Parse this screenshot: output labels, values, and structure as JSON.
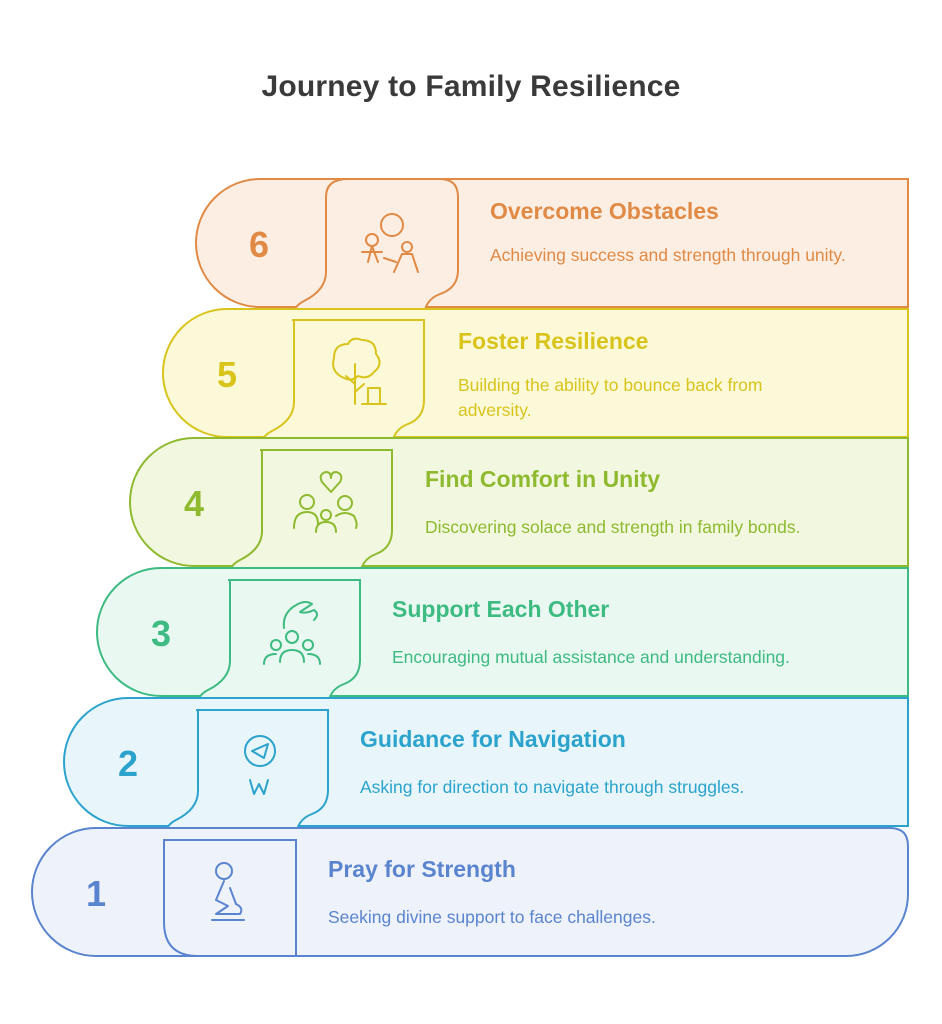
{
  "title": "Journey to Family Resilience",
  "steps": [
    {
      "number": "1",
      "title": "Pray for Strength",
      "description": "Seeking divine support to face challenges.",
      "icon": "praying-person-icon",
      "color": "#5b84cf",
      "fill": "#eef2fb"
    },
    {
      "number": "2",
      "title": "Guidance for Navigation",
      "description": "Asking for direction to navigate through struggles.",
      "icon": "compass-icon",
      "color": "#2ba3cc",
      "fill": "#e8f6fb"
    },
    {
      "number": "3",
      "title": "Support Each Other",
      "description": "Encouraging mutual assistance and understanding.",
      "icon": "group-support-icon",
      "color": "#3dbb82",
      "fill": "#e9f8f0"
    },
    {
      "number": "4",
      "title": "Find Comfort in Unity",
      "description": "Discovering solace and strength in family bonds.",
      "icon": "family-heart-icon",
      "color": "#8fba2f",
      "fill": "#f1f8df"
    },
    {
      "number": "5",
      "title": "Foster Resilience",
      "description": "Building the ability to bounce back from adversity.",
      "icon": "tree-icon",
      "color": "#d9c41c",
      "fill": "#fcf9d8"
    },
    {
      "number": "6",
      "title": "Overcome Obstacles",
      "description": "Achieving success and strength through unity.",
      "icon": "overcome-people-icon",
      "color": "#e08a45",
      "fill": "#fdeee3"
    }
  ]
}
